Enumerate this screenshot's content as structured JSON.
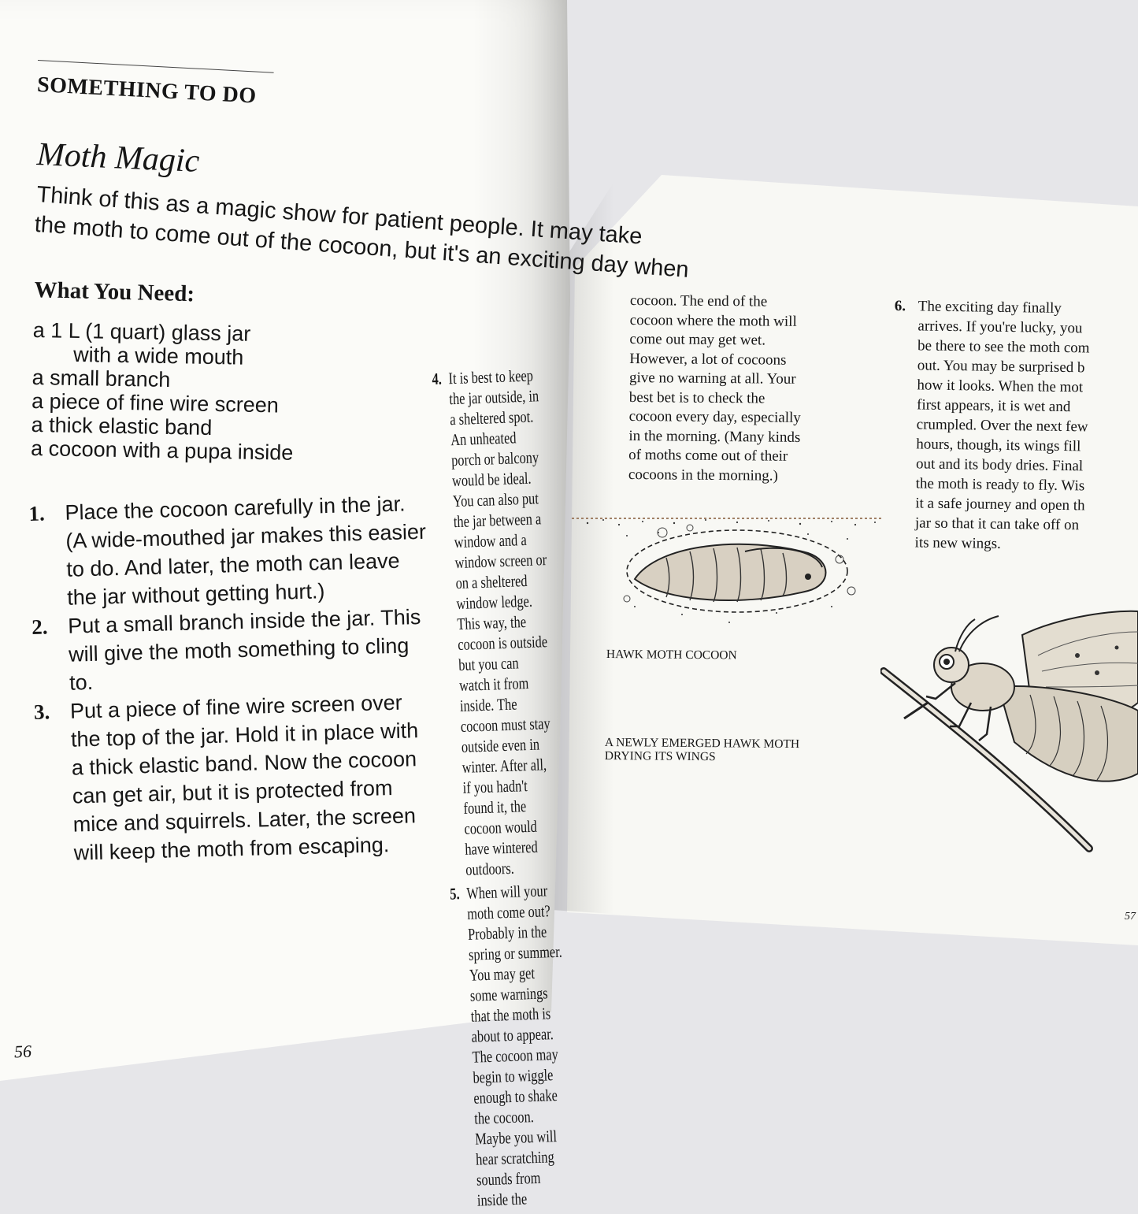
{
  "left_page": {
    "section_heading": "SOMETHING TO DO",
    "title": "Moth Magic",
    "intro": [
      "Think of this as a magic show for patient people. It may take",
      "the moth to come out of the cocoon, but it's an exciting day when"
    ],
    "need_heading": "What You Need:",
    "needs": [
      "a 1 L (1 quart) glass jar",
      "with a wide mouth",
      "a small branch",
      "a piece of fine wire screen",
      "a thick elastic band",
      "a cocoon with a pupa inside"
    ],
    "steps": [
      {
        "num": "1.",
        "text": "Place the cocoon carefully in the jar. (A wide-mouthed jar makes this easier to do. And later, the moth can leave the jar without getting hurt.)"
      },
      {
        "num": "2.",
        "text": "Put a small branch inside the jar. This will give the moth something to cling to."
      },
      {
        "num": "3.",
        "text": "Put a piece of fine wire screen over the top of the jar. Hold it in place with a thick elastic band. Now the cocoon can get air, but it is protected from mice and squirrels. Later, the screen will keep the moth from escaping."
      }
    ],
    "mid_steps": [
      {
        "num": "4.",
        "text": "It is best to keep the jar outside, in a sheltered spot. An unheated porch or balcony would be ideal. You can also put the jar between a window and a window screen or on a sheltered window ledge. This way, the cocoon is outside but you can watch it from inside. The cocoon must stay outside even in winter. After all, if you hadn't found it, the cocoon would have wintered outdoors."
      },
      {
        "num": "5.",
        "text": "When will your moth come out? Probably in the spring or summer. You may get some warnings that the moth is about to appear. The cocoon may begin to wiggle enough to shake the cocoon. Maybe you will hear scratching sounds from inside the"
      }
    ],
    "page_number": "56"
  },
  "right_page": {
    "col1": [
      "cocoon. The end of the",
      "cocoon where the moth will",
      "come out may get wet.",
      "However, a lot of cocoons",
      "give no warning at all. Your",
      "best bet is to check the",
      "cocoon every day, especially",
      "in the morning. (Many kinds",
      "of moths come out of their",
      "cocoons in the morning.)"
    ],
    "step6_num": "6.",
    "step6_lines": [
      "The exciting day finally",
      "arrives. If you're lucky, you",
      "be there to see the moth com",
      "out. You may be surprised b",
      "how it looks. When the mot",
      "first appears, it is wet and",
      "crumpled. Over the next few",
      "hours, though, its wings fill",
      "out and its body dries. Final",
      "the moth is ready to fly. Wis",
      "it a safe journey and open th",
      "jar so that it can take off on",
      "its new wings."
    ],
    "caption_cocoon": "HAWK MOTH COCOON",
    "caption_moth": [
      "A NEWLY EMERGED HAWK MOTH",
      "DRYING ITS WINGS"
    ],
    "page_number": "57"
  },
  "colors": {
    "paper": "#fbfbf8",
    "ink": "#161616",
    "background": "#e6e6e9"
  },
  "icons": [
    "cocoon-illustration",
    "moth-illustration"
  ]
}
